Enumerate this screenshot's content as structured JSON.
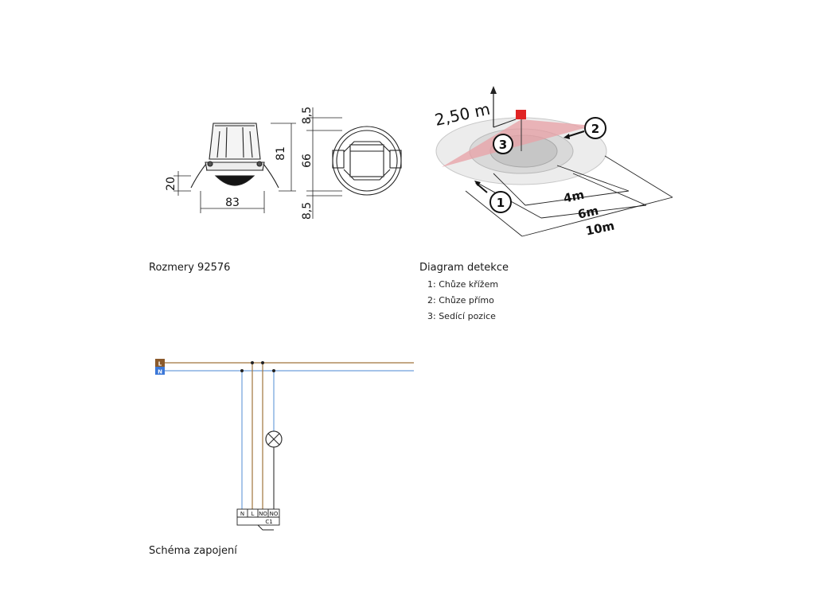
{
  "dimensions": {
    "caption": "Rozmery 92576",
    "labels": {
      "height": "20",
      "width": "83",
      "overall": "81",
      "top": "8,5",
      "middle": "66",
      "bottom": "8,5"
    }
  },
  "detection": {
    "caption": "Diagram detekce",
    "height_label": "2,50 m",
    "markers": [
      "1",
      "2",
      "3"
    ],
    "ranges": [
      "4m",
      "6m",
      "10m"
    ],
    "legend": [
      "1: Chůze křížem",
      "2: Chůze přímo",
      "3: Sedící pozice"
    ],
    "colors": {
      "zone": "#e8a0a6",
      "marker": "#e02424"
    }
  },
  "wiring": {
    "caption": "Schéma zapojení",
    "lines": {
      "L": "L",
      "N": "N"
    },
    "terminals": [
      "N",
      "L",
      "NO",
      "NO"
    ],
    "contact": "C1",
    "colors": {
      "L": "#a0743c",
      "N": "#6f9fdc",
      "L_badge": "#8b5a2b",
      "N_badge": "#3c78d8"
    }
  }
}
